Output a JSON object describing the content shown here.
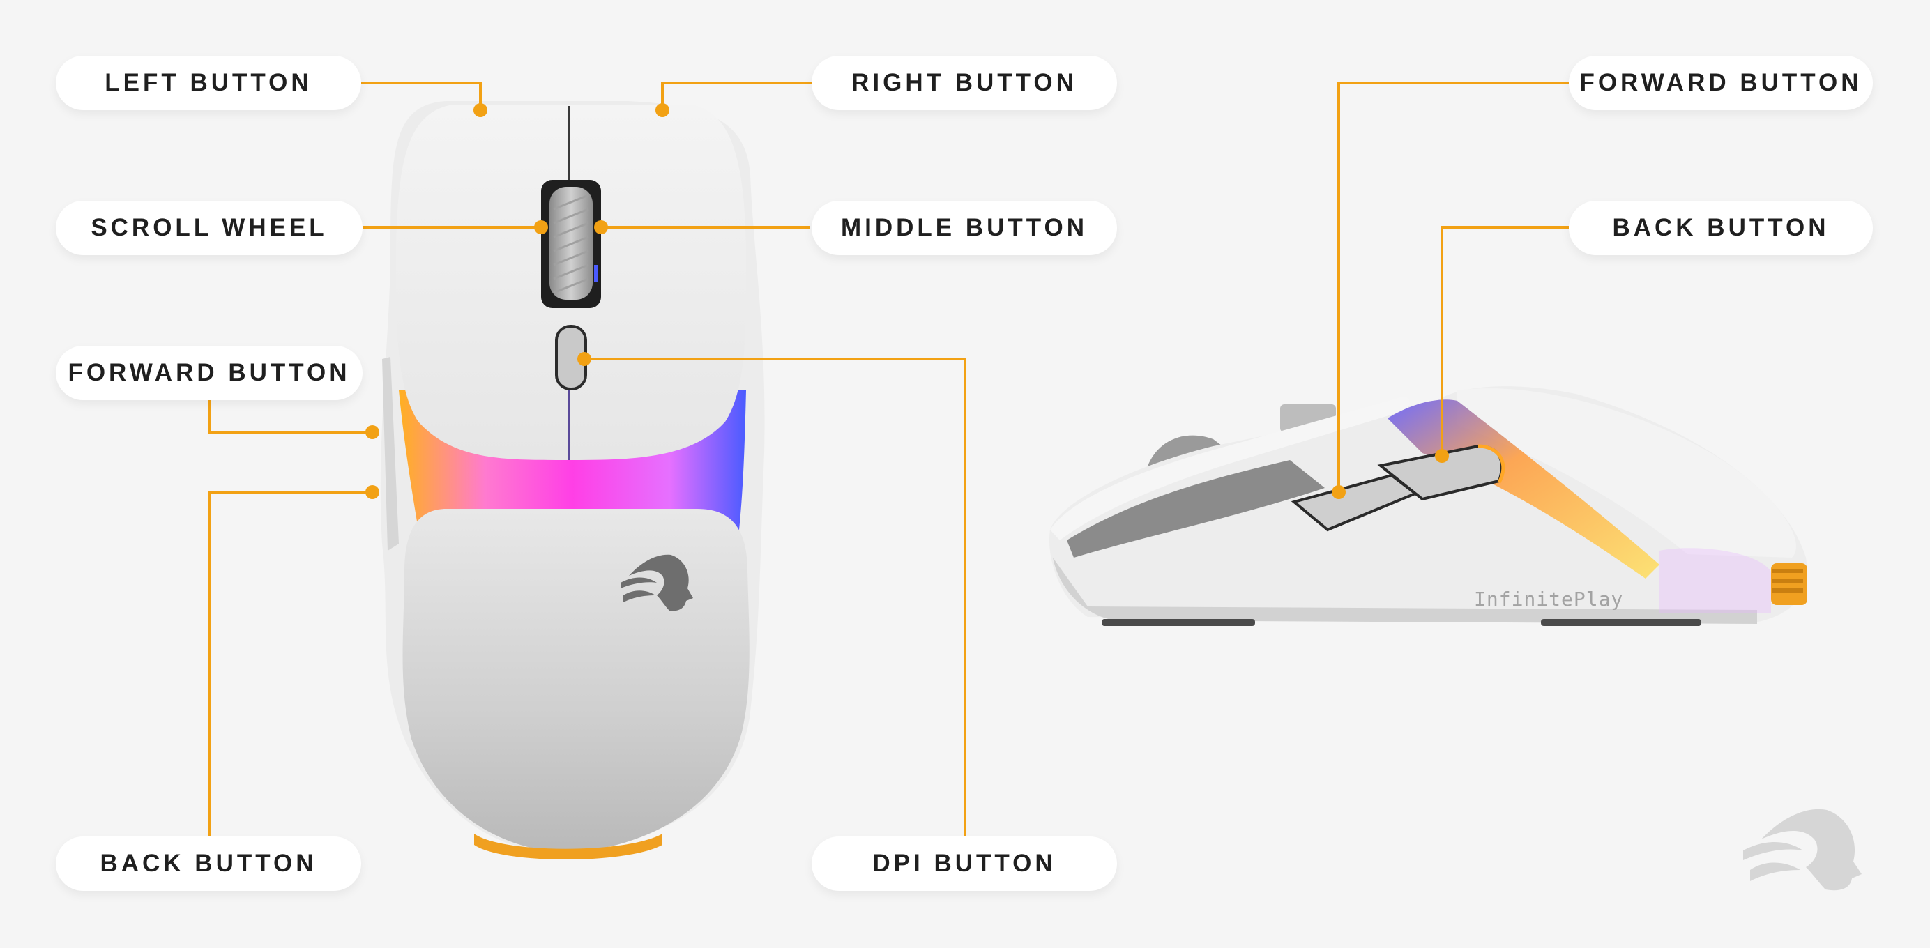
{
  "labels": {
    "left_button": "LEFT BUTTON",
    "right_button": "RIGHT BUTTON",
    "scroll_wheel": "SCROLL WHEEL",
    "middle_button": "MIDDLE BUTTON",
    "forward_button_top": "FORWARD BUTTON",
    "back_button_top": "BACK BUTTON",
    "dpi_button": "DPI BUTTON",
    "forward_button_side": "FORWARD BUTTON",
    "back_button_side": "BACK BUTTON"
  },
  "side_view": {
    "brand_text": "InfinitePlay"
  },
  "colors": {
    "background": "#f5f5f5",
    "leader_line": "#f2a114",
    "label_text": "#1f1f1f",
    "rgb_pink": "#ff4fe8",
    "rgb_orange": "#ffb020",
    "rgb_blue": "#4a5bff",
    "feet_orange": "#f0a020"
  },
  "icons": {
    "mouse_top_view": "mouse-top-view-image",
    "mouse_side_view": "mouse-side-view-image",
    "logo_on_mouse": "wind-hair-head-logo-icon",
    "corner_logo": "wind-hair-head-logo-icon"
  }
}
